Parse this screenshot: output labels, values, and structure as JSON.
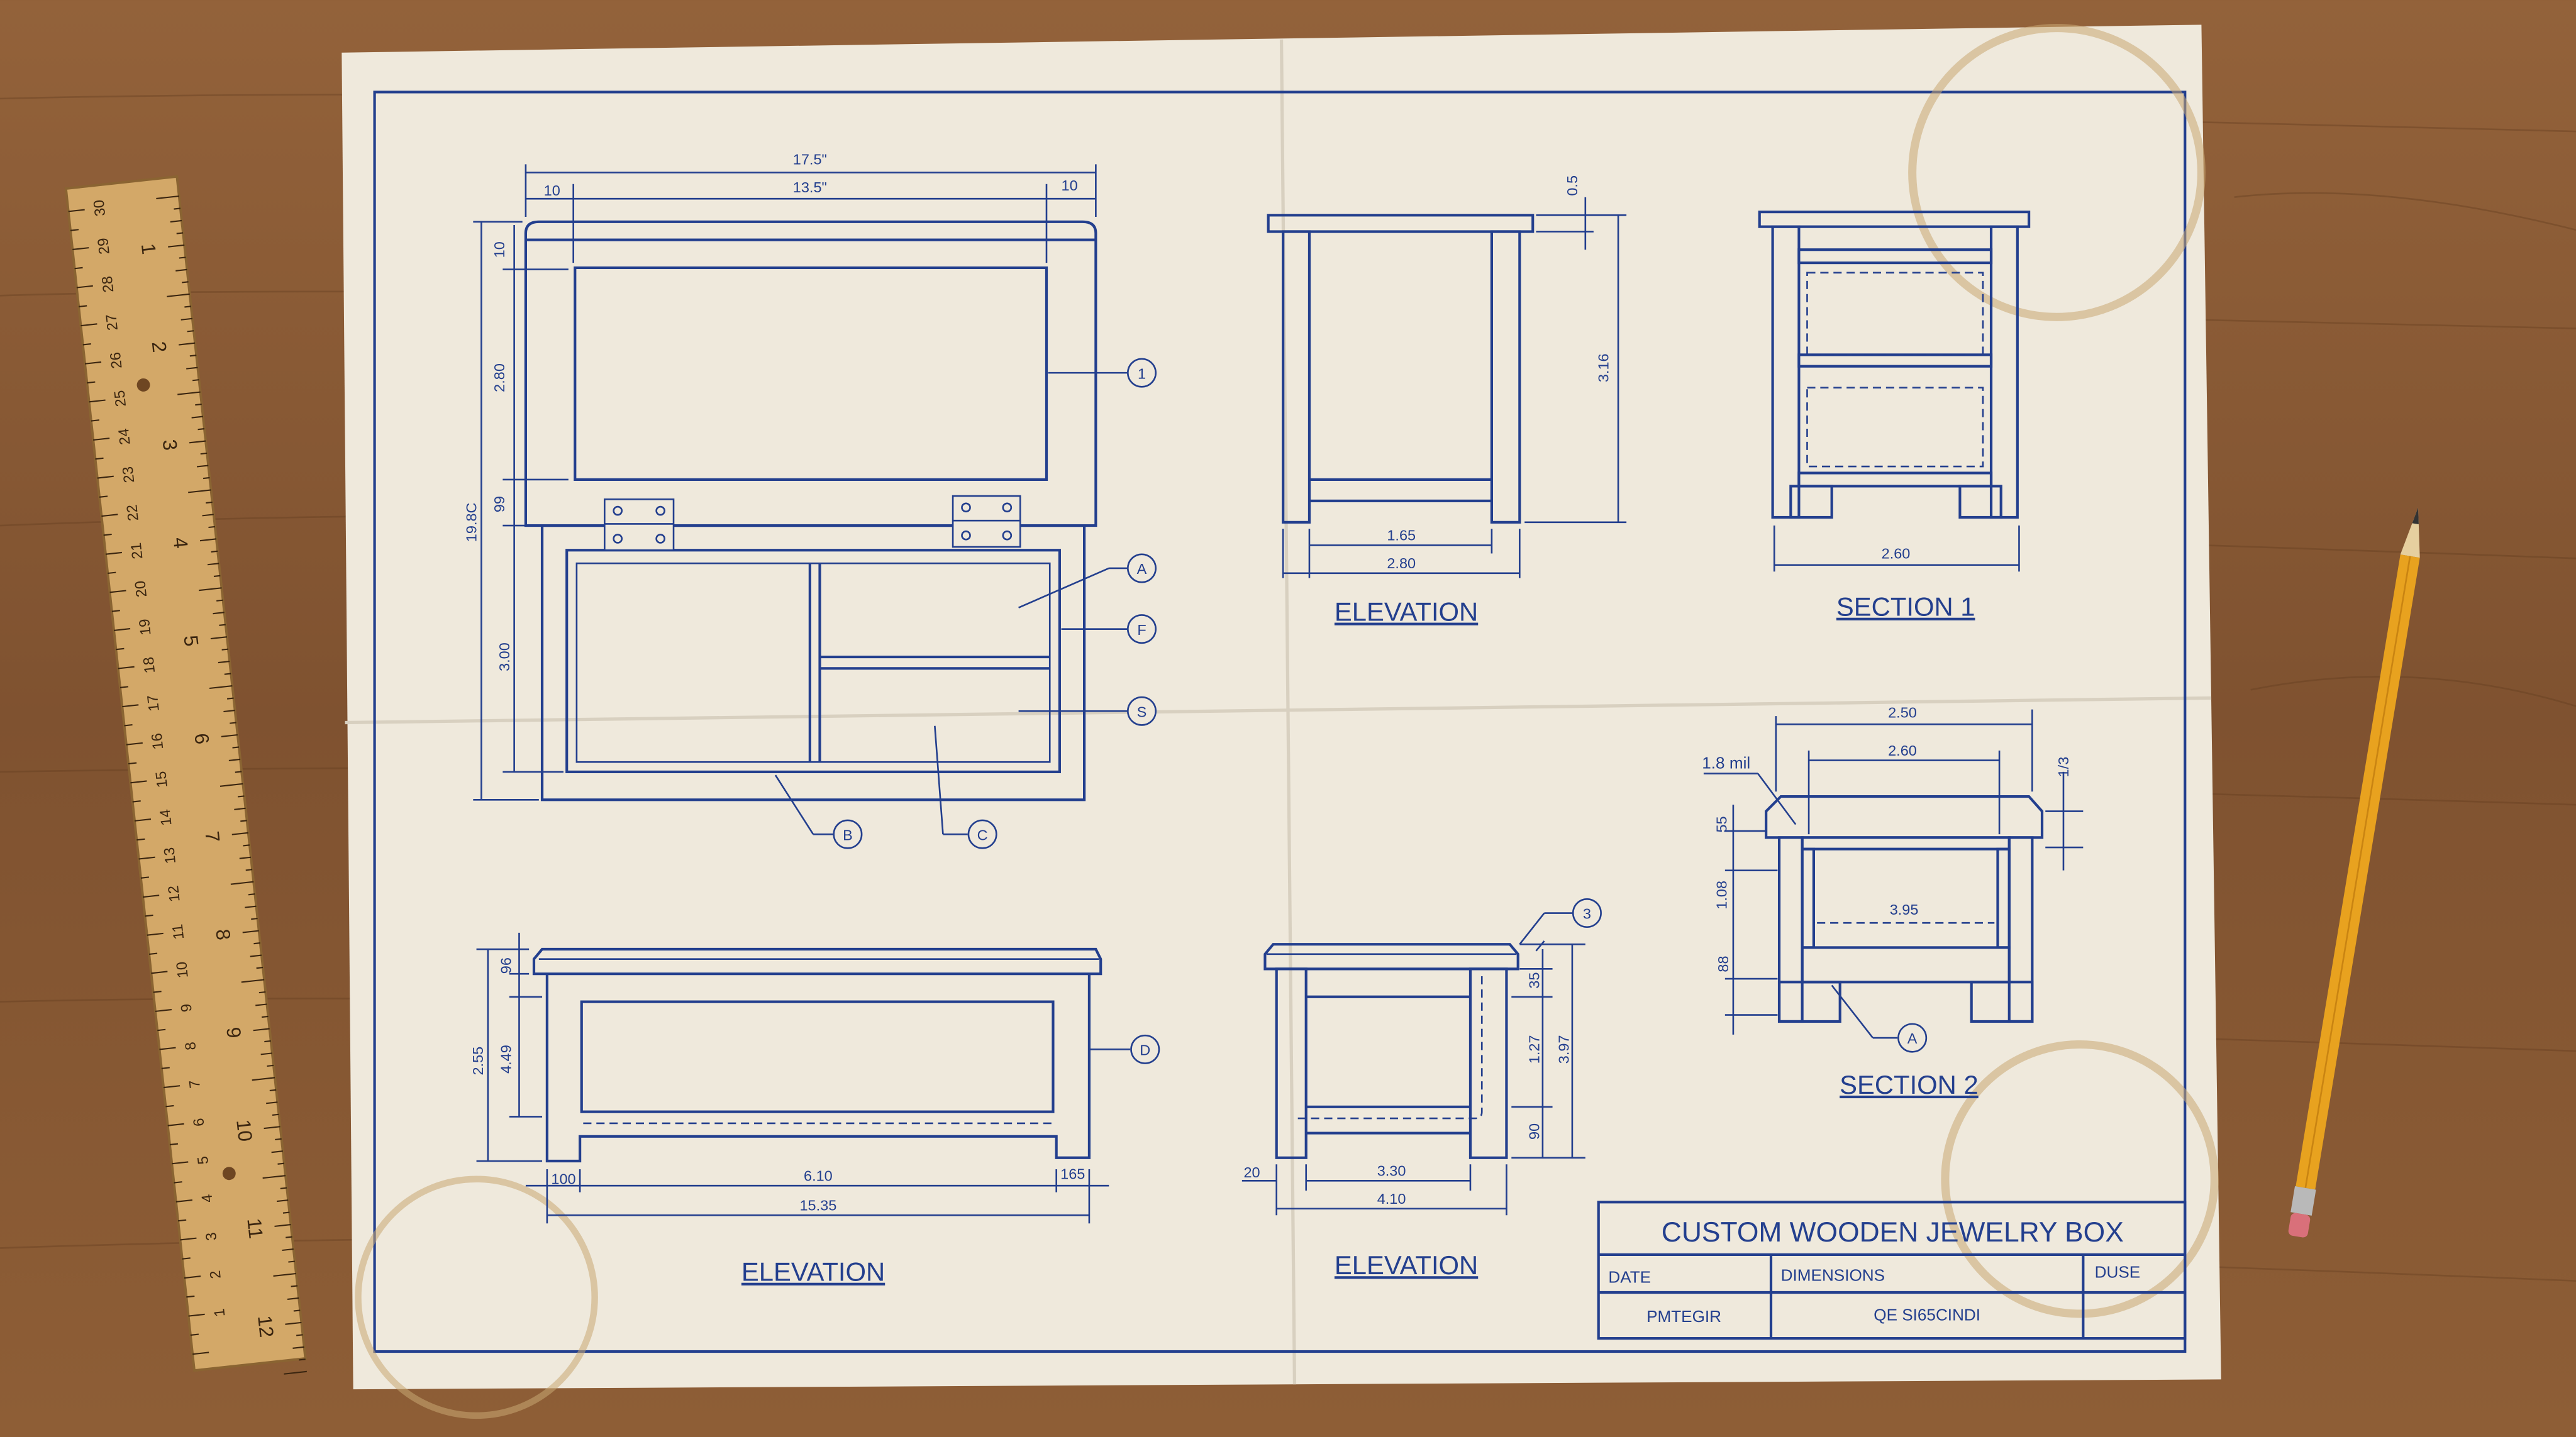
{
  "title_block": {
    "title": "CUSTOM WOODEN JEWELRY BOX",
    "date_label": "DATE",
    "dimensions_label": "DIMENSIONS",
    "use_label": "DUSE",
    "date_value": "PMTEGIR",
    "dimensions_value": "QE SI65CINDI"
  },
  "view_open_box": {
    "dims": {
      "overall_width": "17.5\"",
      "inner_width": "13.5\"",
      "left_margin": "10",
      "right_margin": "10",
      "overall_height": "19.8C",
      "top_margin": "10",
      "lid_panel": "2.80",
      "hinge_gap": "99",
      "base_height": "3.00"
    },
    "callouts": [
      "1",
      "A",
      "F",
      "S",
      "B",
      "C"
    ]
  },
  "view_elevation_top": {
    "title": "ELEVATION",
    "dims": {
      "top_thickness": "0.5",
      "height": "3.16",
      "inner_width": "1.65",
      "width": "2.80"
    }
  },
  "view_section_1": {
    "title": "SECTION 1",
    "dims": {
      "width": "2.60"
    }
  },
  "view_section_2": {
    "title": "SECTION 2",
    "dims": {
      "outer_width": "2.50",
      "inner_width": "2.60",
      "chamfer": "1.8 mil",
      "lid": "1/3",
      "top": "55",
      "cavity": "1.08",
      "base": "88",
      "cavity_width": "3.95"
    },
    "callout": "A"
  },
  "view_elevation_front": {
    "title": "ELEVATION",
    "dims": {
      "height": "2.55",
      "top": "96",
      "panel": "4.49",
      "left_leg": "100",
      "span": "6.10",
      "right_leg": "165",
      "width": "15.35"
    },
    "callout": "D"
  },
  "view_elevation_side": {
    "title": "ELEVATION",
    "dims": {
      "leg": "20",
      "span": "3.30",
      "width": "4.10",
      "top": "35",
      "mid": "1.27",
      "bottom": "90",
      "height": "3.97"
    },
    "callout": "3"
  },
  "ruler": {
    "inches": [
      "1",
      "2",
      "3",
      "4",
      "5",
      "6",
      "7",
      "8",
      "9",
      "10",
      "11",
      "12"
    ],
    "cm": [
      "1",
      "2",
      "3",
      "4",
      "5",
      "6",
      "7",
      "8",
      "9",
      "10",
      "11",
      "12",
      "13",
      "14",
      "15",
      "16",
      "17",
      "18",
      "19",
      "20",
      "21",
      "22",
      "23",
      "24",
      "25",
      "26",
      "27",
      "28",
      "29",
      "30"
    ]
  },
  "colors": {
    "ink": "#233f8e",
    "paper": "#efe9dc",
    "wood": "#8a5a32",
    "ruler": "#d3a868",
    "pencil": "#e8a21f"
  }
}
